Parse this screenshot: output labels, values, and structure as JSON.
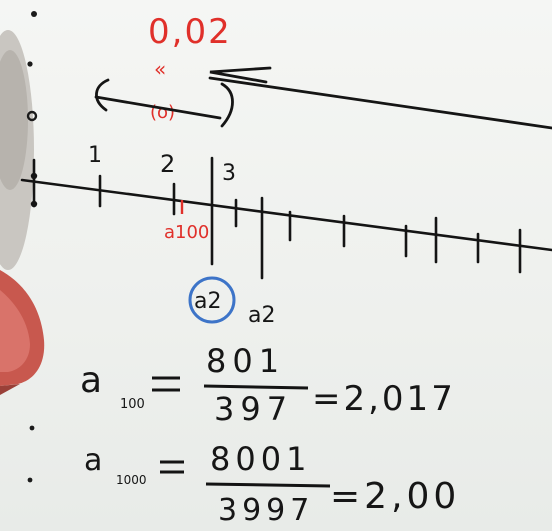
{
  "top_value": "0,02",
  "top_marks": {
    "arrow_sign": "«",
    "bracket": "(o)"
  },
  "ticks": {
    "t1": "1",
    "t2": "2",
    "t3": "3"
  },
  "red_label": "a100",
  "circled_label": "a2",
  "next_label": "a2",
  "eq1": {
    "lhs_base": "a",
    "lhs_sub": "100",
    "num": "801",
    "den": "397",
    "rhs": "=2,017"
  },
  "eq2": {
    "lhs_base": "a",
    "lhs_sub": "1000",
    "num": "8001",
    "den": "3997",
    "rhs": "=2,00"
  }
}
